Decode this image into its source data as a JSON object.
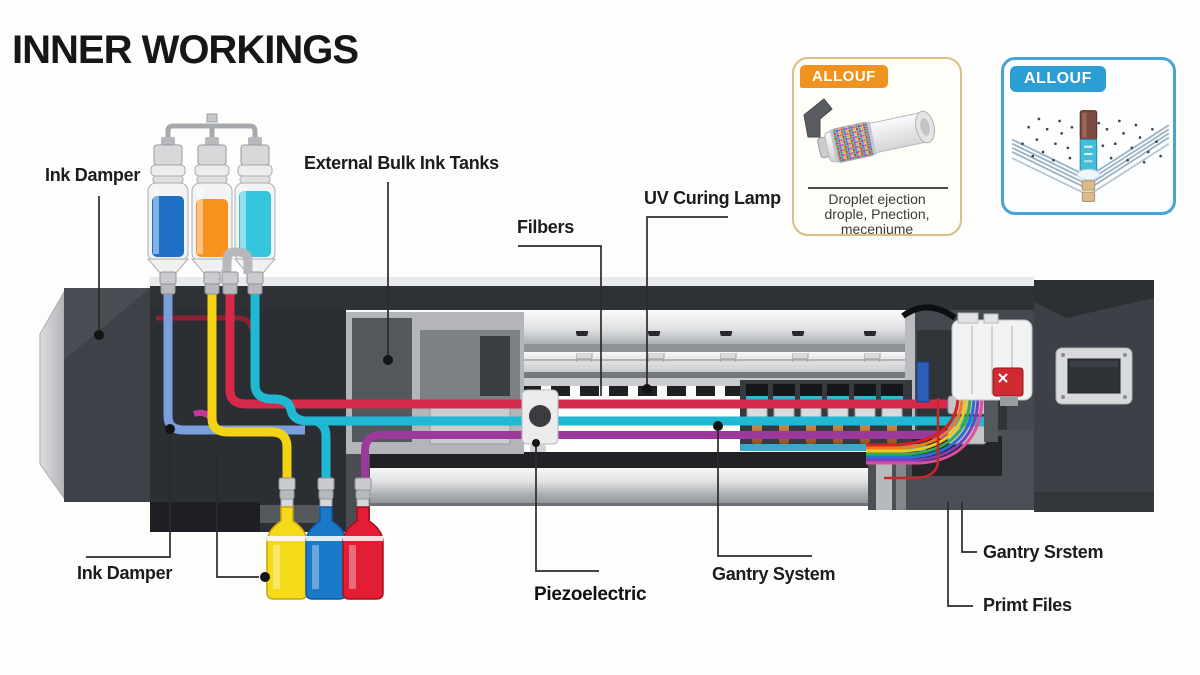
{
  "title": "INNER WORKINGS",
  "labels": {
    "ink_damper_top": "Ink Damper",
    "external_bulk_ink_tanks": "External Bulk Ink Tanks",
    "filbers": "Filbers",
    "uv_curing_lamp": "UV Curing Lamp",
    "ink_damper_bottom": "Ink Damper",
    "piezoelectric": "Piezoelectric",
    "gantry_system": "Gantry System",
    "gantry_srstem": "Gantry Srstem",
    "primt_files": "Primt Files"
  },
  "callouts": {
    "droplet_ejection": {
      "badge": "ALLOUF",
      "caption_lines": [
        "Droplet ejection",
        "drople, Pnection,",
        "meceniume"
      ],
      "accent_color": "#ef921f",
      "border_color": "#d9be85"
    },
    "nozzle_spray": {
      "badge": "ALLOUF",
      "accent_color": "#2c9ed6",
      "border_color": "#45a5d6"
    }
  },
  "inks": {
    "damper_blue": "#1e6fc6",
    "damper_orange": "#f6921d",
    "damper_cyan": "#35c6de",
    "tube_blue": "#7b9fdc",
    "tube_yellow": "#f2d412",
    "tube_red": "#d6294a",
    "tube_cyan": "#1fb9d4",
    "tube_magenta": "#9c3a9c",
    "bottle_yellow": "#f4da18",
    "bottle_blue": "#1b79c9",
    "bottle_red": "#e21d34"
  }
}
